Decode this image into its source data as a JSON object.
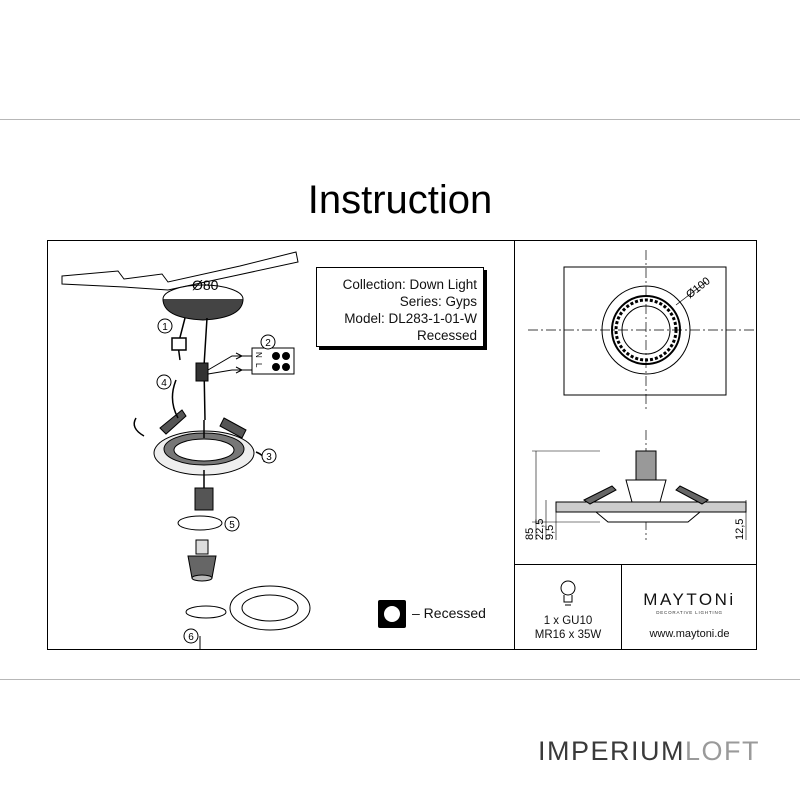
{
  "document": {
    "title": "Instruction"
  },
  "info_box": {
    "collection": "Collection: Down Light",
    "series": "Series: Gyps",
    "model": "Model: DL283-1-01-W",
    "type": "Recessed"
  },
  "legend": {
    "label": "– Recessed"
  },
  "cutout": {
    "diameter_label": "Ø80"
  },
  "steps": [
    "1",
    "2",
    "3",
    "4",
    "5",
    "6"
  ],
  "wiring": {
    "labels": [
      "N",
      "L"
    ]
  },
  "top_view": {
    "diameter_label": "Ø100"
  },
  "side_view": {
    "dimensions": [
      "85",
      "22,5",
      "9,5",
      "12,5"
    ]
  },
  "lamp": {
    "quantity": "1 x GU10",
    "spec": "MR16 x 35W"
  },
  "brand": {
    "name": "MAYTONi",
    "tagline": "DECORATIVE LIGHTING",
    "website": "www.maytoni.de"
  },
  "watermark": {
    "part1": "IMPERIUM",
    "part2": "LOFT"
  }
}
